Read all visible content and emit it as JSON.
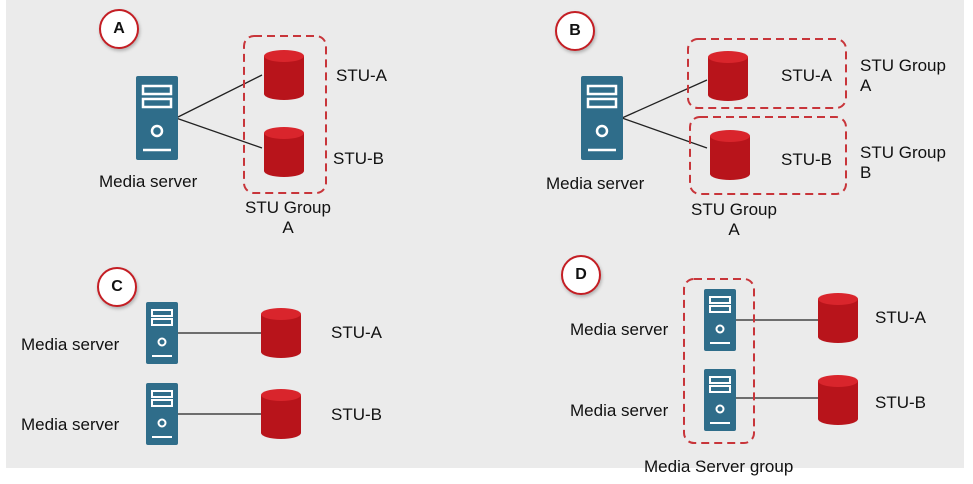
{
  "panels": {
    "a": {
      "badge": "A",
      "server_label": "Media server",
      "stu_a": "STU-A",
      "stu_b": "STU-B",
      "group_line1": "STU Group",
      "group_line2": "A"
    },
    "b": {
      "badge": "B",
      "server_label": "Media server",
      "stu_a": "STU-A",
      "stu_b": "STU-B",
      "group_a_line1": "STU Group",
      "group_a_line2": "A",
      "group_b_line1": "STU Group",
      "group_b_line2": "B",
      "group_bottom_line1": "STU Group",
      "group_bottom_line2": "A"
    },
    "c": {
      "badge": "C",
      "server1_label": "Media server",
      "server2_label": "Media server",
      "stu_a": "STU-A",
      "stu_b": "STU-B"
    },
    "d": {
      "badge": "D",
      "server1_label": "Media server",
      "server2_label": "Media server",
      "stu_a": "STU-A",
      "stu_b": "STU-B",
      "group_label": "Media Server group"
    }
  },
  "colors": {
    "background": "#ebebeb",
    "server": "#2f6d8a",
    "storage": "#c41e24",
    "group_outline": "#c8353a",
    "connector": "#222222"
  }
}
